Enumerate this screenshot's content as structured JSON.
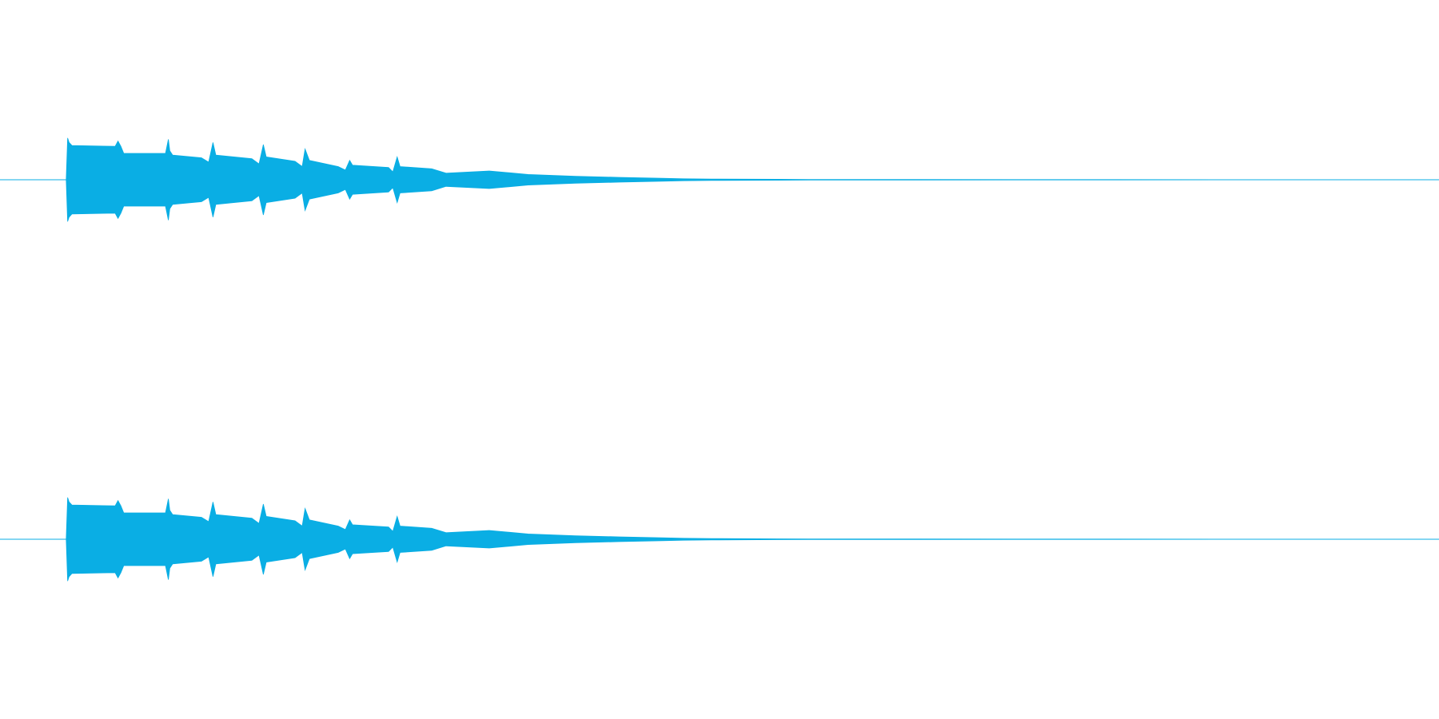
{
  "colors": {
    "background": "#ffffff",
    "waveform": "#0aaee4",
    "baseline": "#0aaee4"
  },
  "chart_data": {
    "type": "area",
    "title": "",
    "xlabel": "",
    "ylabel": "",
    "grid": false,
    "legend": "none",
    "x_range": [
      0,
      1
    ],
    "y_range": [
      -1,
      1
    ],
    "x": [
      0.0,
      0.046,
      0.047,
      0.048,
      0.05,
      0.08,
      0.082,
      0.084,
      0.086,
      0.115,
      0.117,
      0.118,
      0.12,
      0.14,
      0.145,
      0.148,
      0.15,
      0.175,
      0.18,
      0.183,
      0.185,
      0.205,
      0.21,
      0.212,
      0.215,
      0.235,
      0.24,
      0.243,
      0.245,
      0.27,
      0.273,
      0.276,
      0.278,
      0.3,
      0.31,
      0.34,
      0.367,
      0.4,
      0.43,
      0.46,
      0.475,
      0.5,
      0.54,
      0.562,
      1.0
    ],
    "series": [
      {
        "channel": 1,
        "envelope": [
          0.0,
          0.0,
          0.95,
          0.85,
          0.78,
          0.76,
          0.88,
          0.76,
          0.6,
          0.6,
          0.92,
          0.66,
          0.56,
          0.5,
          0.4,
          0.85,
          0.56,
          0.48,
          0.36,
          0.8,
          0.52,
          0.42,
          0.3,
          0.7,
          0.44,
          0.3,
          0.22,
          0.44,
          0.33,
          0.28,
          0.18,
          0.52,
          0.3,
          0.25,
          0.15,
          0.2,
          0.12,
          0.08,
          0.055,
          0.035,
          0.022,
          0.015,
          0.01,
          0.008,
          0.0
        ]
      },
      {
        "channel": 2,
        "envelope": [
          0.0,
          0.0,
          0.95,
          0.85,
          0.78,
          0.76,
          0.88,
          0.76,
          0.6,
          0.6,
          0.92,
          0.66,
          0.56,
          0.5,
          0.4,
          0.85,
          0.56,
          0.48,
          0.36,
          0.8,
          0.52,
          0.42,
          0.3,
          0.7,
          0.44,
          0.3,
          0.22,
          0.44,
          0.33,
          0.28,
          0.18,
          0.52,
          0.3,
          0.25,
          0.15,
          0.2,
          0.12,
          0.08,
          0.055,
          0.035,
          0.022,
          0.015,
          0.01,
          0.008,
          0.0
        ]
      }
    ]
  }
}
